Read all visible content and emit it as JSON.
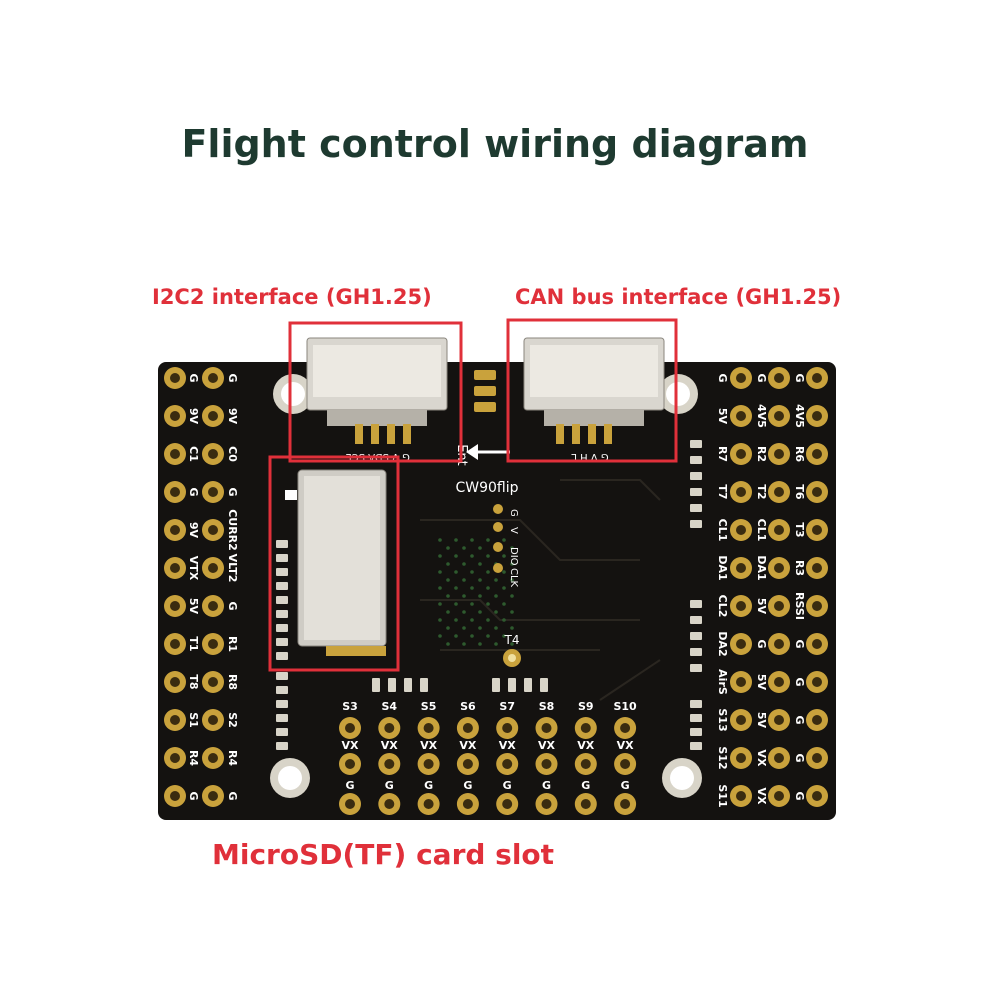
{
  "title": "Flight control wiring diagram",
  "callouts": {
    "i2c2": "I2C2 interface (GH1.25)",
    "can": "CAN bus interface (GH1.25)",
    "sd": "MicroSD(TF) card slot"
  },
  "board": {
    "model": "CW90flip",
    "arrow_label": "Ent",
    "connector_i2c_silk": "G V SDA SCL",
    "connector_can_silk": "G V H L",
    "dshot_labels": [
      "G",
      "V",
      "DIO",
      "CLK"
    ],
    "t4_label": "T4",
    "left_col_outer": [
      "G",
      "9V",
      "C1",
      "G",
      "9V",
      "VTX",
      "5V",
      "T1",
      "T8",
      "S1",
      "R4",
      "G"
    ],
    "left_col_inner": [
      "G",
      "9V",
      "C0",
      "G",
      "CURR2",
      "VLT2",
      "G",
      "R1",
      "R8",
      "S2",
      "R4",
      "G"
    ],
    "right_col_a": [
      "G",
      "5V",
      "R7",
      "T7",
      "CL1",
      "DA1",
      "CL2",
      "DA2",
      "AirS",
      "S13",
      "S12",
      "S11"
    ],
    "right_col_b": [
      "G",
      "4V5",
      "R2",
      "T2",
      "CL1",
      "DA1",
      "5V",
      "G",
      "5V",
      "5V",
      "VX",
      "VX"
    ],
    "right_col_c": [
      "G",
      "4V5",
      "R6",
      "T6",
      "T3",
      "R3",
      "RSSI",
      "G",
      "G",
      "G",
      "G",
      "G"
    ],
    "bottom_servo": [
      "S3",
      "S4",
      "S5",
      "S6",
      "S7",
      "S8",
      "S9",
      "S10"
    ],
    "bottom_row2": "VX",
    "bottom_row3": "G"
  },
  "colors": {
    "title": "#1e3a30",
    "callout": "#e0303a",
    "pcb": "#141210",
    "gold": "#c9a23c"
  }
}
